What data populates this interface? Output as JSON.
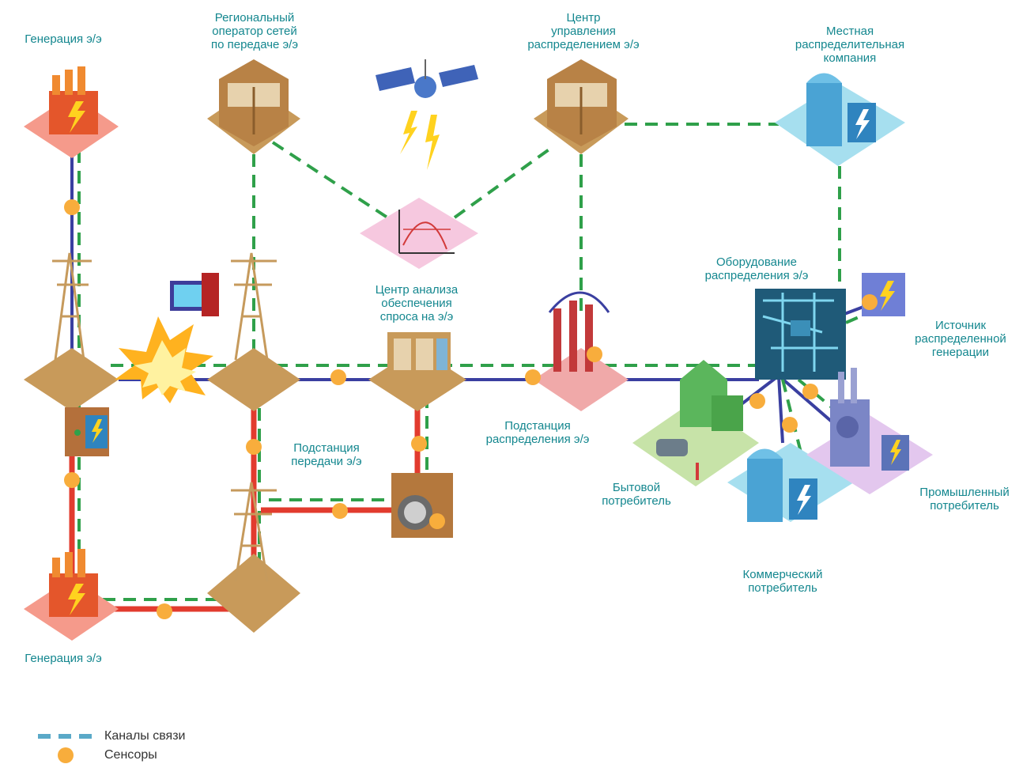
{
  "colors": {
    "comm_link": "#2fa04a",
    "distribution_line": "#3a3fa0",
    "transmission_line": "#e23b2e",
    "sensor": "#f8ad3c",
    "label_text": "#14878f",
    "legend_dash": "#5aa9c8"
  },
  "labels": {
    "generation_top": "Генерация э/э",
    "regional_operator": "Региональный\nоператор сетей\nпо передаче э/э",
    "distribution_control_center": "Центр\nуправления\nраспределением э/э",
    "local_distribution_company": "Местная\nраспределительная\nкомпания",
    "demand_analysis_center": "Центр анализа\nобеспечения\nспроса на э/э",
    "distribution_equipment": "Оборудование\nраспределения э/э",
    "distributed_generation_source": "Источник\nраспределенной\nгенерации",
    "distribution_substation": "Подстанция\nраспределения э/э",
    "transmission_substation": "Подстанция\nпередачи э/э",
    "residential_consumer": "Бытовой\nпотребитель",
    "industrial_consumer": "Промышленный\nпотребитель",
    "commercial_consumer": "Коммерческий\nпотребитель",
    "generation_bottom": "Генерация э/э"
  },
  "legend": {
    "comm_channels": "Каналы связи",
    "sensors": "Сенсоры"
  },
  "icons": {
    "power_plant": "factory-lightning-icon",
    "control_room": "control-room-icon",
    "satellite": "satellite-icon",
    "office_building": "office-building-lightning-icon",
    "analytics": "chart-diamond-icon",
    "transmission_tower": "transmission-tower-icon",
    "explosion": "outage-explosion-icon",
    "computer": "computer-icon",
    "transformer": "transformer-icon",
    "substation": "substation-icon",
    "circuit_board": "distribution-equipment-icon",
    "generator_unit": "distributed-generator-icon",
    "house": "house-icon",
    "factory": "industrial-factory-icon",
    "storage": "storage-unit-icon"
  }
}
